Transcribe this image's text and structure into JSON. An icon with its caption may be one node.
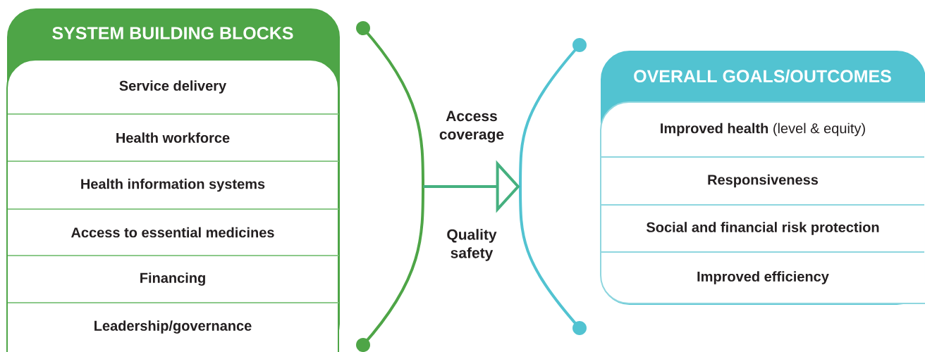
{
  "diagram": {
    "nodes": [
      {
        "text": [
          "SYSTEM BUILDING BLOCKS"
        ]
      },
      {
        "text": [
          "Service delivery"
        ],
        "in": 0
      },
      {
        "text": [
          "Health workforce"
        ],
        "in": 0
      },
      {
        "text": [
          "Health information systems"
        ],
        "in": 0
      },
      {
        "text": [
          "Access to essential medicines"
        ],
        "in": 0
      },
      {
        "text": [
          "Financing"
        ],
        "in": 0
      },
      {
        "text": [
          "Leadership/governance"
        ],
        "in": 0
      },
      {
        "text": [
          "OVERALL GOALS/OUTCOMES"
        ]
      },
      {
        "text": [
          "**Improved health** (level & equity)"
        ],
        "in": 7
      },
      {
        "text": [
          "Responsiveness"
        ],
        "in": 7
      },
      {
        "text": [
          "Social and financial risk protection"
        ],
        "in": 7
      },
      {
        "text": [
          "Improved efficiency"
        ],
        "in": 7
      },
      {
        "text": [],
        "shape": "bracket"
      },
      {
        "text": [],
        "shape": "bracket"
      }
    ],
    "edges": [
      {
        "from": 12,
        "to": 13,
        "arrow": "to"
      }
    ],
    "labels": [
      "Access coverage",
      "Quality safety"
    ]
  }
}
